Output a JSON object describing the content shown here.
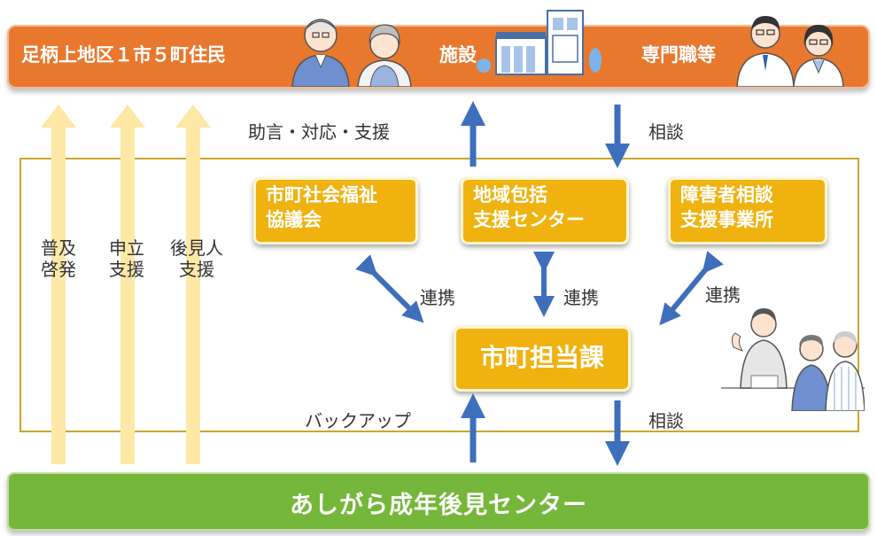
{
  "top": {
    "residents": "足柄上地区１市５町住民",
    "facilities": "施設",
    "professionals": "専門職等"
  },
  "arrows": {
    "advice": "助言・対応・支援",
    "consult_top": "相談",
    "backup": "バックアップ",
    "consult_bottom": "相談",
    "link_left": "連携",
    "link_center": "連携",
    "link_right": "連携"
  },
  "side_labels": [
    {
      "line1": "普及",
      "line2": "啓発"
    },
    {
      "line1": "申立",
      "line2": "支援"
    },
    {
      "line1": "後見人",
      "line2": "支援"
    }
  ],
  "orgs": {
    "social_welfare": {
      "line1": "市町社会福祉",
      "line2": "協議会"
    },
    "community_support": {
      "line1": "地域包括",
      "line2": "支援センター"
    },
    "disability": {
      "line1": "障害者相談",
      "line2": "支援事業所"
    },
    "municipal": "市町担当課"
  },
  "bottom": {
    "title": "あしがら成年後見センター"
  },
  "colors": {
    "top_band": "#e8782e",
    "org_box": "#f0b20f",
    "bottom_band": "#75b73a",
    "blue_arrow": "#3e6fbd",
    "pale_arrow": "#fde8a6",
    "frame": "#c9a62f"
  }
}
